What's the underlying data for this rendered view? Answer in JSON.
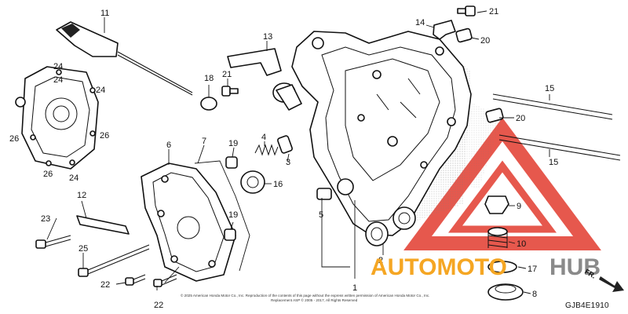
{
  "callouts": [
    {
      "text": "11"
    },
    {
      "text": "13"
    },
    {
      "text": "14"
    },
    {
      "text": "21"
    },
    {
      "text": "20"
    },
    {
      "text": "24"
    },
    {
      "text": "24"
    },
    {
      "text": "24"
    },
    {
      "text": "18"
    },
    {
      "text": "21"
    },
    {
      "text": "15"
    },
    {
      "text": "26"
    },
    {
      "text": "26"
    },
    {
      "text": "26"
    },
    {
      "text": "24"
    },
    {
      "text": "6"
    },
    {
      "text": "7"
    },
    {
      "text": "19"
    },
    {
      "text": "4"
    },
    {
      "text": "3"
    },
    {
      "text": "16"
    },
    {
      "text": "20"
    },
    {
      "text": "15"
    },
    {
      "text": "12"
    },
    {
      "text": "5"
    },
    {
      "text": "9"
    },
    {
      "text": "19"
    },
    {
      "text": "23"
    },
    {
      "text": "10"
    },
    {
      "text": "25"
    },
    {
      "text": "2"
    },
    {
      "text": "17"
    },
    {
      "text": "22"
    },
    {
      "text": "1"
    },
    {
      "text": "8"
    },
    {
      "text": "22"
    }
  ],
  "watermark": {
    "text_left": "AUTOMOTO",
    "text_right": "HUB",
    "color_red": "#e23b2e",
    "color_orange": "#f5a623",
    "color_grey": "#8a8a8a"
  },
  "copyright": "© 2025 American Honda Motor Co., Inc. Reproduction of the contents of this page without the express written permission of American Honda Motor Co., Inc.",
  "copyright2": "Replacement ASP © 2005 - 2017, All Rights Reserved",
  "direction_label": "FR.",
  "diagram_code": "GJB4E1910"
}
